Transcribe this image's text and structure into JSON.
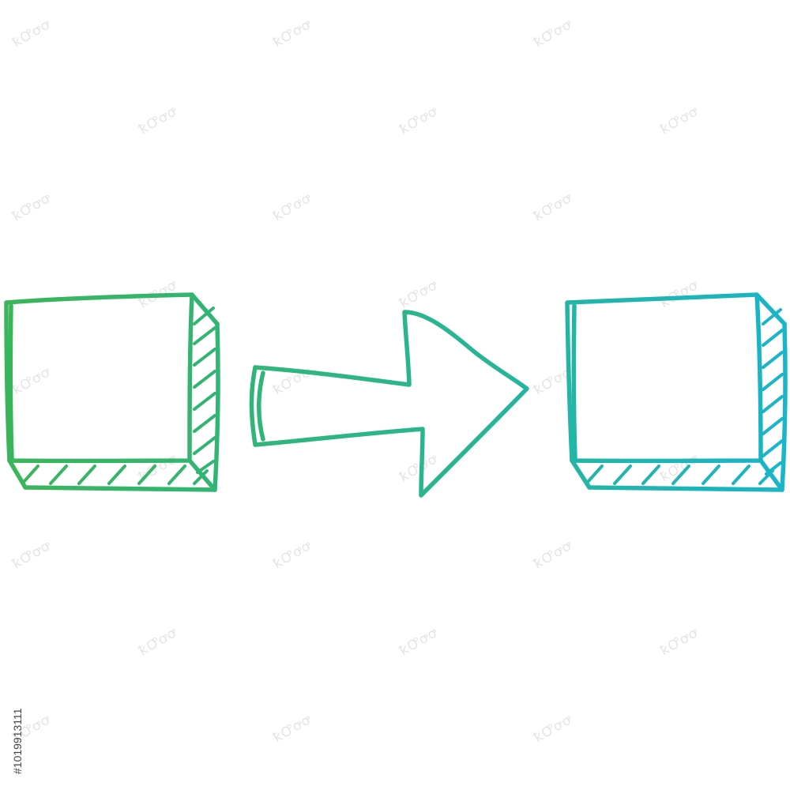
{
  "illustration": {
    "subject": "box-transfer-doodle",
    "icons": [
      "cube-icon",
      "arrow-right-icon",
      "cube-icon"
    ],
    "colors": {
      "gradient_start": "#3bb55a",
      "gradient_mid": "#29b58f",
      "gradient_end": "#19b5c9",
      "watermark": "#e4e4e4",
      "background": "#ffffff"
    }
  },
  "watermark": {
    "text": "ꝁꝌꝍꝍ"
  },
  "stock_id": "#1019913111"
}
